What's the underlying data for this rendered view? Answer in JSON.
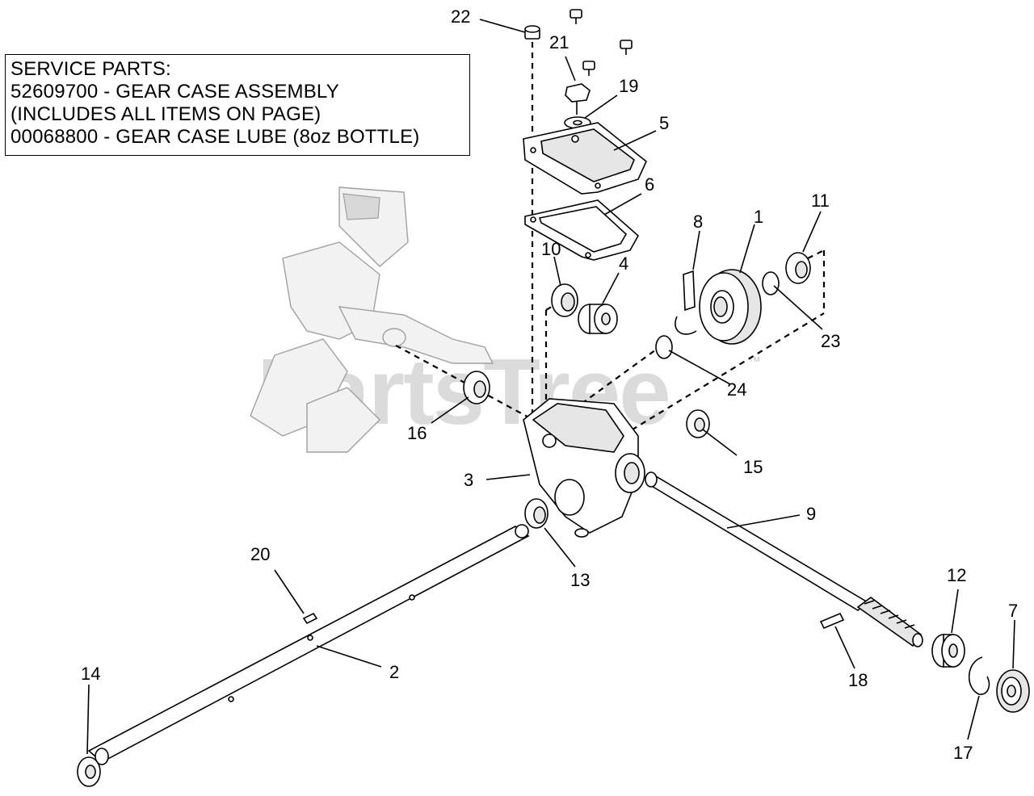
{
  "service_parts": {
    "heading": "SERVICE PARTS:",
    "lines": [
      "52609700 - GEAR CASE ASSEMBLY",
      "(INCLUDES ALL ITEMS ON PAGE)",
      "00068800 - GEAR CASE LUBE (8oz BOTTLE)"
    ]
  },
  "watermark": {
    "text": "PartsTree",
    "trademark": "™"
  },
  "callouts": {
    "n1": "1",
    "n2": "2",
    "n3": "3",
    "n4": "4",
    "n5": "5",
    "n6": "6",
    "n7": "7",
    "n8": "8",
    "n9": "9",
    "n10": "10",
    "n11": "11",
    "n12": "12",
    "n13": "13",
    "n14": "14",
    "n15": "15",
    "n16": "16",
    "n17": "17",
    "n18": "18",
    "n19": "19",
    "n20": "20",
    "n21": "21",
    "n22": "22",
    "n23": "23",
    "n24": "24"
  }
}
